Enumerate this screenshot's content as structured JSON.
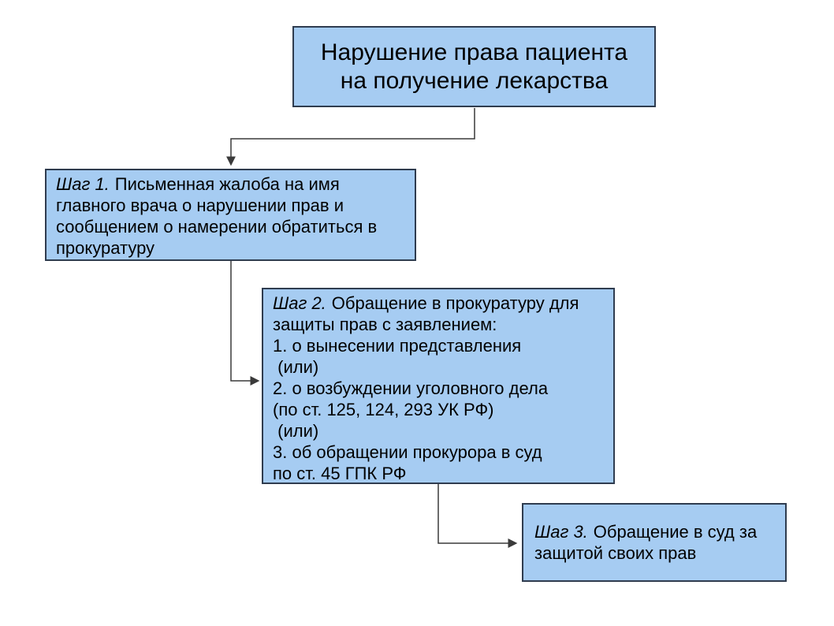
{
  "colors": {
    "background": "#ffffff",
    "box_fill": "#a6ccf2",
    "box_border": "#2f3c4f",
    "arrow": "#3a3a3a",
    "text": "#000000"
  },
  "title_box": {
    "lines": [
      "Нарушение права пациента",
      "на получение лекарства"
    ]
  },
  "steps": [
    {
      "label": "Шаг 1.",
      "lines": [
        "Письменная жалоба на имя",
        "главного врача о нарушении прав и",
        "сообщением о намерении обратиться в",
        "прокуратуру"
      ]
    },
    {
      "label": "Шаг 2.",
      "lines": [
        "Обращение в прокуратуру для",
        "защиты прав с заявлением:",
        "1. о вынесении представления",
        " (или)",
        "2. о возбуждении уголовного дела",
        "(по ст. 125, 124, 293 УК РФ)",
        " (или)",
        "3. об обращении прокурора в суд",
        "по ст. 45 ГПК РФ"
      ]
    },
    {
      "label": "Шаг 3.",
      "lines": [
        "Обращение в суд за",
        "защитой своих прав"
      ]
    }
  ]
}
